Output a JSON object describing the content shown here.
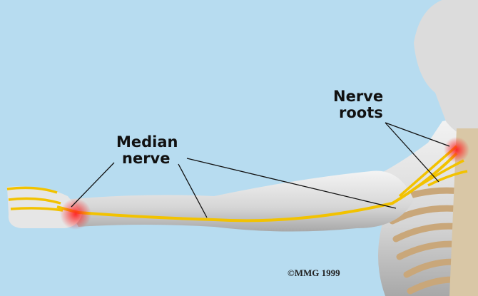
{
  "labels": {
    "median_nerve": [
      "Median",
      "nerve"
    ],
    "nerve_roots": [
      "Nerve",
      "roots"
    ]
  },
  "copyright": "©MMG 1999",
  "colors": {
    "background": "#b7dcf0",
    "nerve": "#f2c200",
    "inflammation": "#ff3030",
    "skin": "#e4e4e4"
  }
}
